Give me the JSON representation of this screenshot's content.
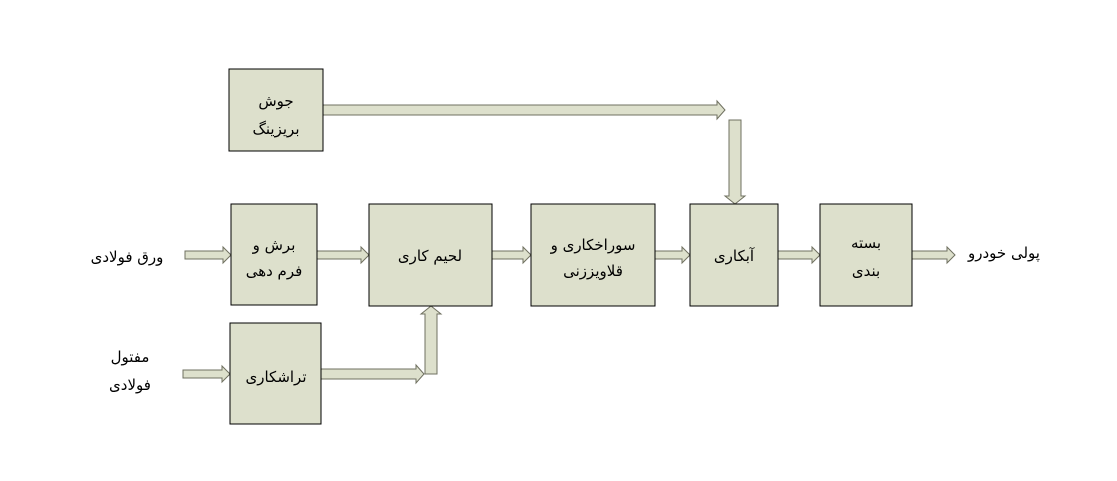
{
  "colors": {
    "box_fill": "#dde0cc",
    "box_stroke": "#000000",
    "arrow_stroke": "#6f7060"
  },
  "inputs": {
    "sheet_steel": "ورق فولادی",
    "steel_wire_1": "مفتول",
    "steel_wire_2": "فولادی"
  },
  "output": "پولی خودرو",
  "boxes": {
    "brazing": [
      "جوش",
      "بریزینگ"
    ],
    "cutting": [
      "برش و",
      "فرم دهی"
    ],
    "soldering": [
      "لحیم کاری"
    ],
    "drilling": [
      "سوراخکاری و",
      "قلاویززنی"
    ],
    "plating": [
      "آبکاری"
    ],
    "packaging": [
      "بسته",
      "بندی"
    ],
    "machining": [
      "تراشکاری"
    ]
  }
}
